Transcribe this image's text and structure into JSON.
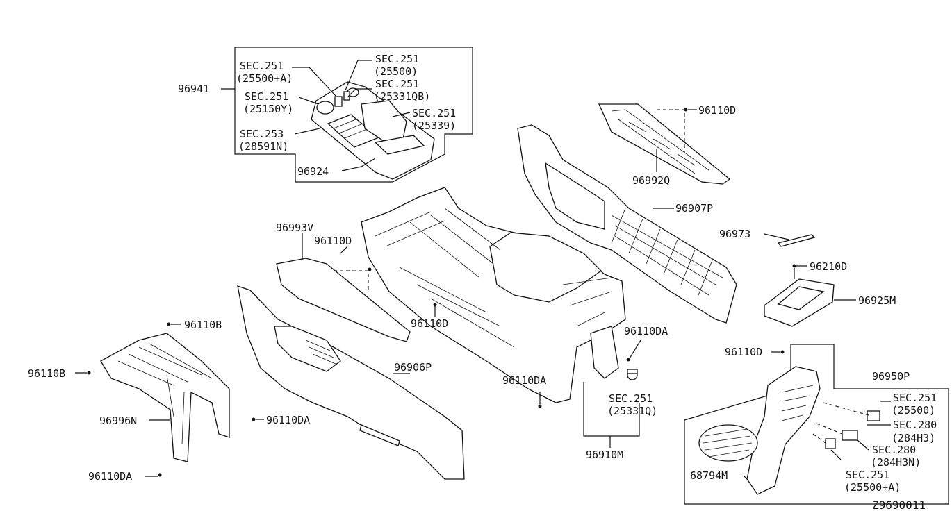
{
  "diagram_code": "Z9690011",
  "labels": {
    "p96941": "96941",
    "sec251_a": "SEC.251",
    "sec251_a_sub": "(25500+A)",
    "sec251_b": "SEC.251",
    "sec251_b_sub": "(25500)",
    "sec251_c": "SEC.251",
    "sec251_c_sub": "(25331QB)",
    "sec251_d": "SEC.251",
    "sec251_d_sub": "(25150Y)",
    "sec251_e": "SEC.251",
    "sec251_e_sub": "(25339)",
    "sec253": "SEC.253",
    "sec253_sub": "(28591N)",
    "p96924": "96924",
    "p96110D_top": "96110D",
    "p96992Q": "96992Q",
    "p96907P": "96907P",
    "p96973": "96973",
    "p96210D": "96210D",
    "p96925M": "96925M",
    "p96993V": "96993V",
    "p96110D_mid": "96110D",
    "p96110D_center": "96110D",
    "p96110B_top": "96110B",
    "p96110B_left": "96110B",
    "p96906P": "96906P",
    "p96110DA_mid": "96110DA",
    "p96110DA_right": "96110DA",
    "p96996N": "96996N",
    "p96110DA_bot": "96110DA",
    "sec251_q": "SEC.251",
    "sec251_q_sub": "(25331Q)",
    "p96910M": "96910M",
    "p96110D_right": "96110D",
    "p96950P": "96950P",
    "sec251_f": "SEC.251",
    "sec251_f_sub": "(25500)",
    "sec280_a": "SEC.280",
    "sec280_a_sub": "(284H3)",
    "sec280_b": "SEC.280",
    "sec280_b_sub": "(284H3N)",
    "sec251_g": "SEC.251",
    "sec251_g_sub": "(25500+A)",
    "p68794M": "68794M"
  }
}
